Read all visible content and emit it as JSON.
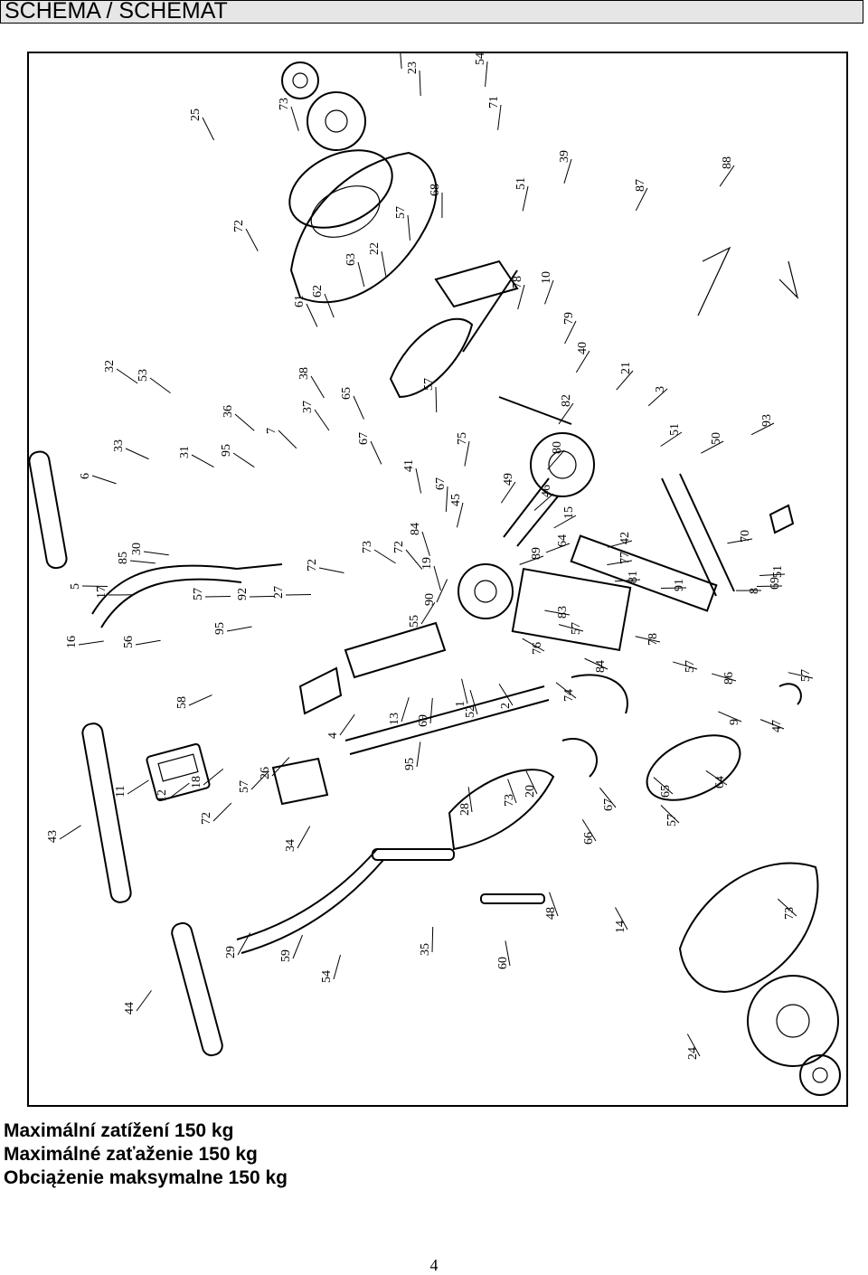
{
  "header": {
    "title": "SCHEMA / SCHEMAT"
  },
  "diagram": {
    "callouts": [
      "25",
      "73",
      "73",
      "23",
      "54",
      "71",
      "39",
      "88",
      "87",
      "72",
      "68",
      "57",
      "51",
      "22",
      "63",
      "78",
      "10",
      "62",
      "61",
      "79",
      "40",
      "21",
      "32",
      "53",
      "38",
      "65",
      "57",
      "37",
      "82",
      "3",
      "33",
      "31",
      "36",
      "67",
      "75",
      "51",
      "93",
      "6",
      "95",
      "7",
      "41",
      "67",
      "49",
      "80",
      "50",
      "45",
      "84",
      "72",
      "73",
      "72",
      "19",
      "46",
      "15",
      "89",
      "64",
      "42",
      "77",
      "70",
      "85",
      "30",
      "27",
      "81",
      "91",
      "8",
      "69",
      "51",
      "5",
      "17",
      "57",
      "92",
      "90",
      "83",
      "16",
      "56",
      "95",
      "55",
      "76",
      "57",
      "78",
      "57",
      "86",
      "58",
      "1",
      "13",
      "69",
      "52",
      "74",
      "84",
      "9",
      "47",
      "57",
      "2",
      "11",
      "12",
      "18",
      "72",
      "57",
      "26",
      "4",
      "95",
      "28",
      "73",
      "20",
      "64",
      "65",
      "67",
      "66",
      "57",
      "43",
      "34",
      "48",
      "14",
      "73",
      "29",
      "59",
      "54",
      "35",
      "60",
      "44",
      "24"
    ]
  },
  "load_notes": [
    "Maximální zatížení 150 kg",
    "Maximálné zaťaženie 150 kg",
    "Obciążenie maksymalne 150 kg"
  ],
  "footer": {
    "page_number": "4"
  }
}
